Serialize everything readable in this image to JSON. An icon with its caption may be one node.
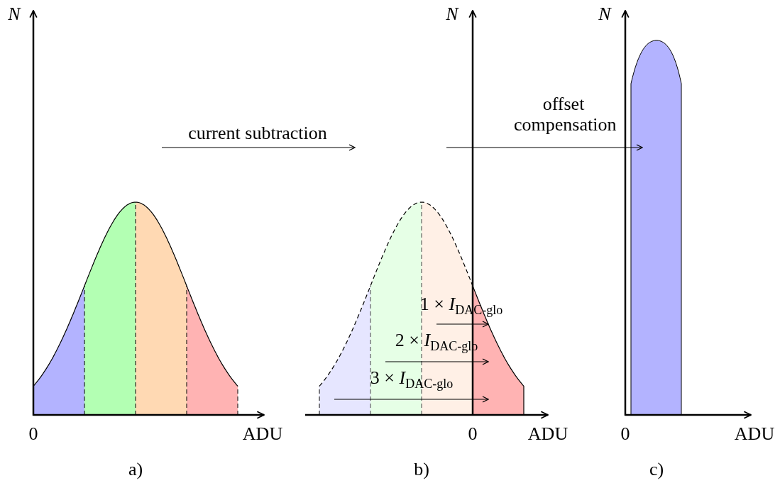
{
  "diagram": {
    "labels": [
      "N",
      "N",
      "N",
      "offset compensation",
      "current subtraction",
      "1 × *I*$_{DAC-glo}$",
      "2 × *I*$_{DAC-glo}$",
      "3 × *I*$_{DAC-glo}$",
      "0",
      "ADU",
      "0",
      "ADU",
      "0",
      "ADU",
      "a)",
      "b)",
      "c)"
    ]
  }
}
